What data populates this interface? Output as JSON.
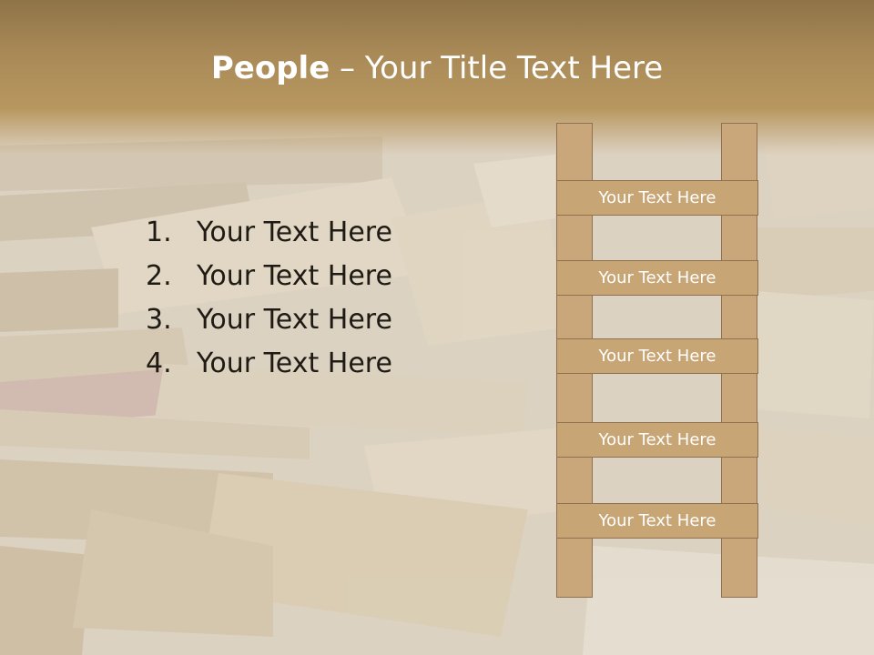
{
  "slide": {
    "title_strong": "People",
    "title_rest": " – Your Title Text Here",
    "list": [
      {
        "number": "1.",
        "text": "Your Text Here"
      },
      {
        "number": "2.",
        "text": "Your Text Here"
      },
      {
        "number": "3.",
        "text": "Your Text Here"
      },
      {
        "number": "4.",
        "text": "Your Text Here"
      }
    ],
    "ladder_steps": [
      "Your Text Here",
      "Your Text Here",
      "Your Text Here",
      "Your Text Here",
      "Your Text Here"
    ]
  },
  "colors": {
    "header": "#a98a57",
    "ladder_fill": "#c8a574",
    "ladder_border": "#8f7150",
    "text": "#1e1a14"
  }
}
